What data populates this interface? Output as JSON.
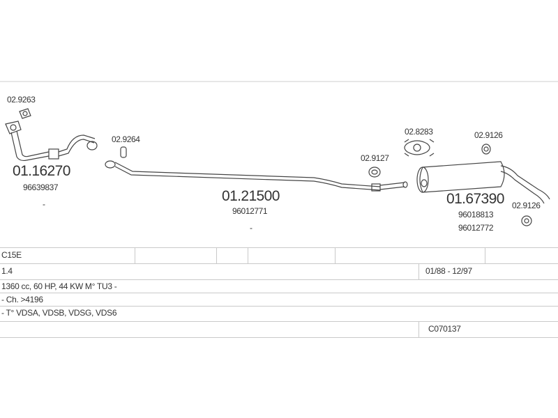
{
  "parts": {
    "gasket_1": "02.9263",
    "front_pipe": "01.16270",
    "front_pipe_oe": "96639837",
    "gasket_2": "02.9264",
    "middle_pipe": "01.21500",
    "middle_pipe_oe": "96012771",
    "clamp_1": "02.9127",
    "mount_1": "02.8283",
    "clamp_2": "02.9126",
    "rear_silencer": "01.67390",
    "rear_silencer_oe_1": "96018813",
    "rear_silencer_oe_2": "96012772",
    "clamp_3": "02.9126",
    "dash_1": "-",
    "dash_2": "-"
  },
  "vehicle": {
    "model": "C15E",
    "engine": "1.4",
    "years": "01/88 - 12/97",
    "specs": "1360 cc, 60 HP, 44 KW  M° TU3 -",
    "chassis": "- Ch. >4196",
    "type": "- T° VDSA, VDSB, VDSG, VDS6",
    "catalog_code": "C070137"
  }
}
